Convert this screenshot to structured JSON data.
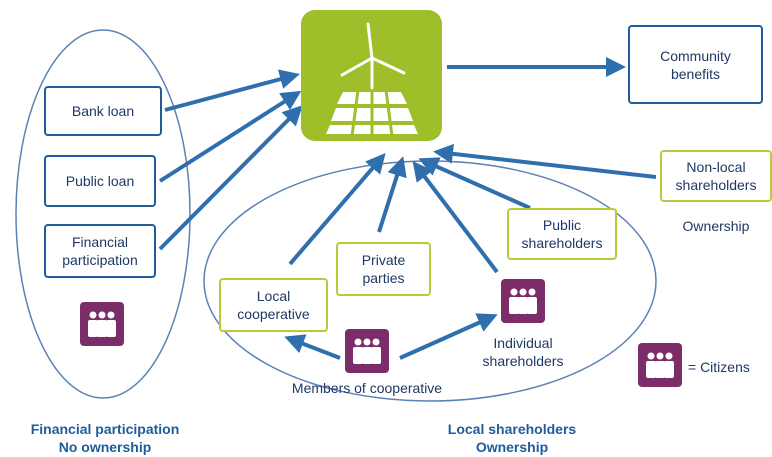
{
  "financing": {
    "items": [
      "Bank loan",
      "Public loan",
      "Financial\nparticipation"
    ],
    "caption_line1": "Financial participation",
    "caption_line2": "No ownership"
  },
  "hub": {
    "icon": "wind-turbine-solar-panel-icon"
  },
  "community_benefits": "Community\nbenefits",
  "non_local": {
    "label": "Non-local\nshareholders",
    "caption": "Ownership"
  },
  "local": {
    "private_parties": "Private\nparties",
    "public_shareholders": "Public\nshareholders",
    "local_cooperative": "Local\ncooperative",
    "individual_shareholders": "Individual\nshareholders",
    "members": "Members of cooperative",
    "caption_line1": "Local shareholders",
    "caption_line2": "Ownership"
  },
  "legend": {
    "text": "= Citizens",
    "icon": "citizens-icon"
  },
  "colors": {
    "blue": "#1f5c99",
    "green": "#b5cc3a",
    "hub": "#9fbf2a",
    "citizens": "#7b2d6a"
  }
}
